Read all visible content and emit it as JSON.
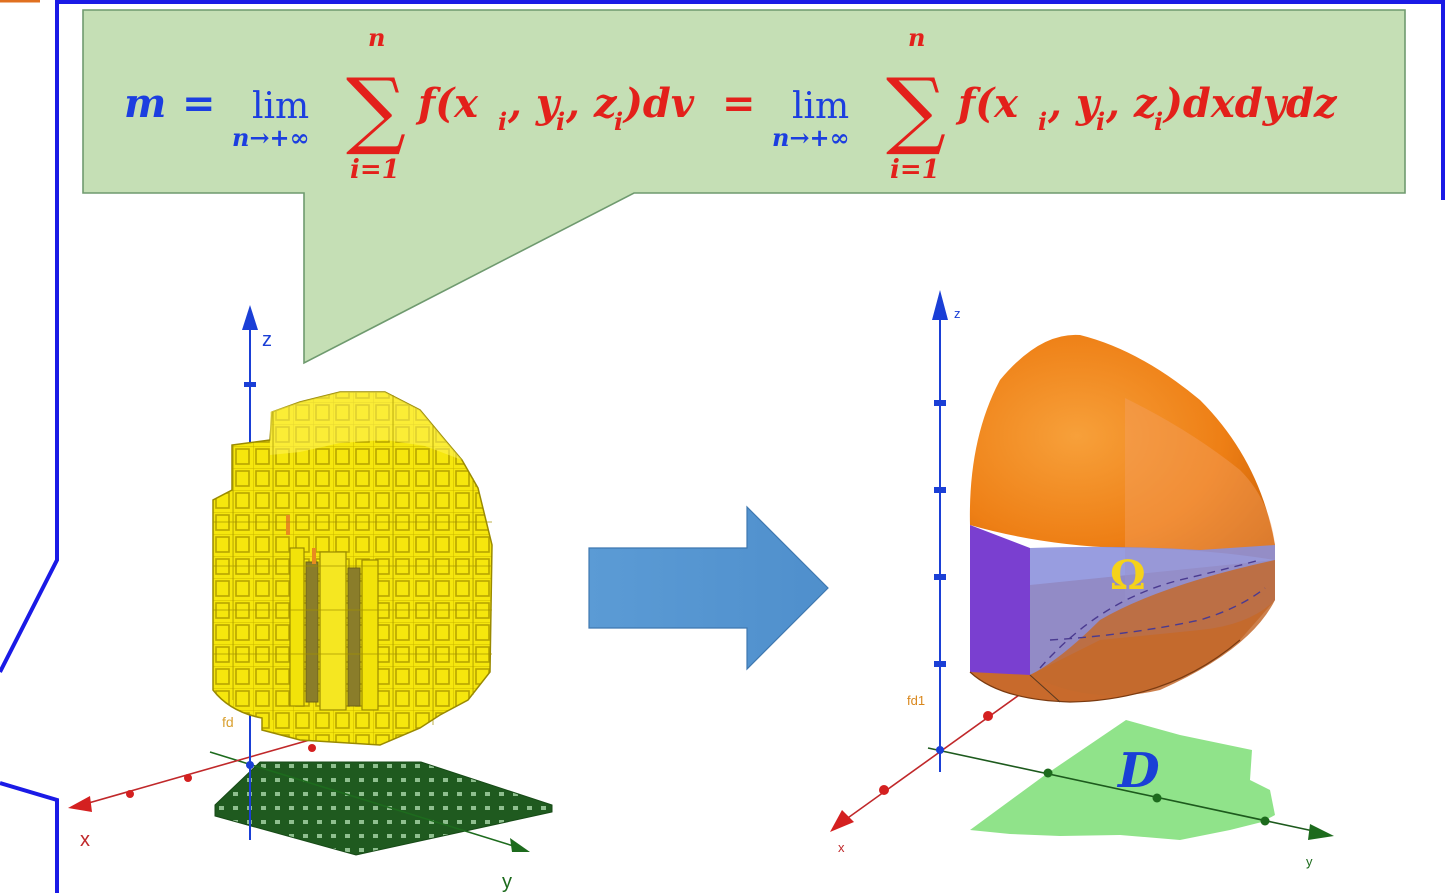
{
  "formula": {
    "m": "m",
    "eq": "=",
    "lim": "lim",
    "limsub": "n→+∞",
    "sum_top": "n",
    "sum_bottom": "i=1",
    "sum_sign": "∑",
    "term1": "f(x",
    "sub_i": "i",
    "comma_y": ", y",
    "comma_z": ", z",
    "close_dv": ")dv",
    "close_dxdydz": ")dxdydz",
    "f_open": "f(x"
  },
  "left_plot": {
    "z_label": "z",
    "x_label": "x",
    "y_label": "y",
    "hidden_label": "fd"
  },
  "right_plot": {
    "z_label": "z",
    "x_label": "x",
    "y_label": "y",
    "fd_label": "fd1",
    "omega_label": "Ω",
    "domain_label": "D"
  },
  "colors": {
    "callout_fill": "#c5dfb5",
    "callout_stroke": "#6f9a6f",
    "formula_blue": "#1c3ee0",
    "formula_red": "#e3201b",
    "frame_blue": "#1a1ae6",
    "voxel_yellow": "#f2e30a",
    "grid_green": "#1f5a1f",
    "arrow_blue": "#5b9bd5",
    "surface_orange": "#f08a1e",
    "side_purple": "#7a3fd0",
    "side_blue": "#7d7fd6",
    "domain_green": "#8fe08a",
    "axis_blue": "#1a3fd6",
    "axis_red": "#d42020",
    "axis_green": "#1d6b1d"
  }
}
